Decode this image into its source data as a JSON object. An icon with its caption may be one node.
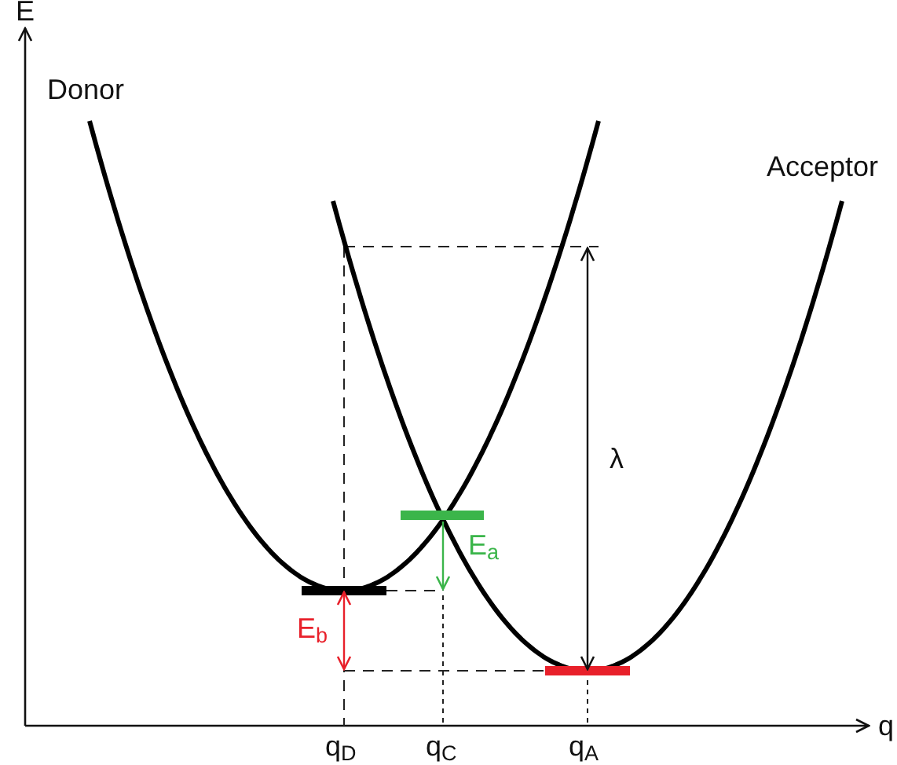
{
  "diagram": {
    "labels": [
      "E",
      "Donor",
      "Acceptor",
      "λ",
      "E$_{a}$",
      "E$_{b}$",
      "q",
      "q$_{D}$",
      "q$_{C}$",
      "q$_{A}$"
    ]
  }
}
